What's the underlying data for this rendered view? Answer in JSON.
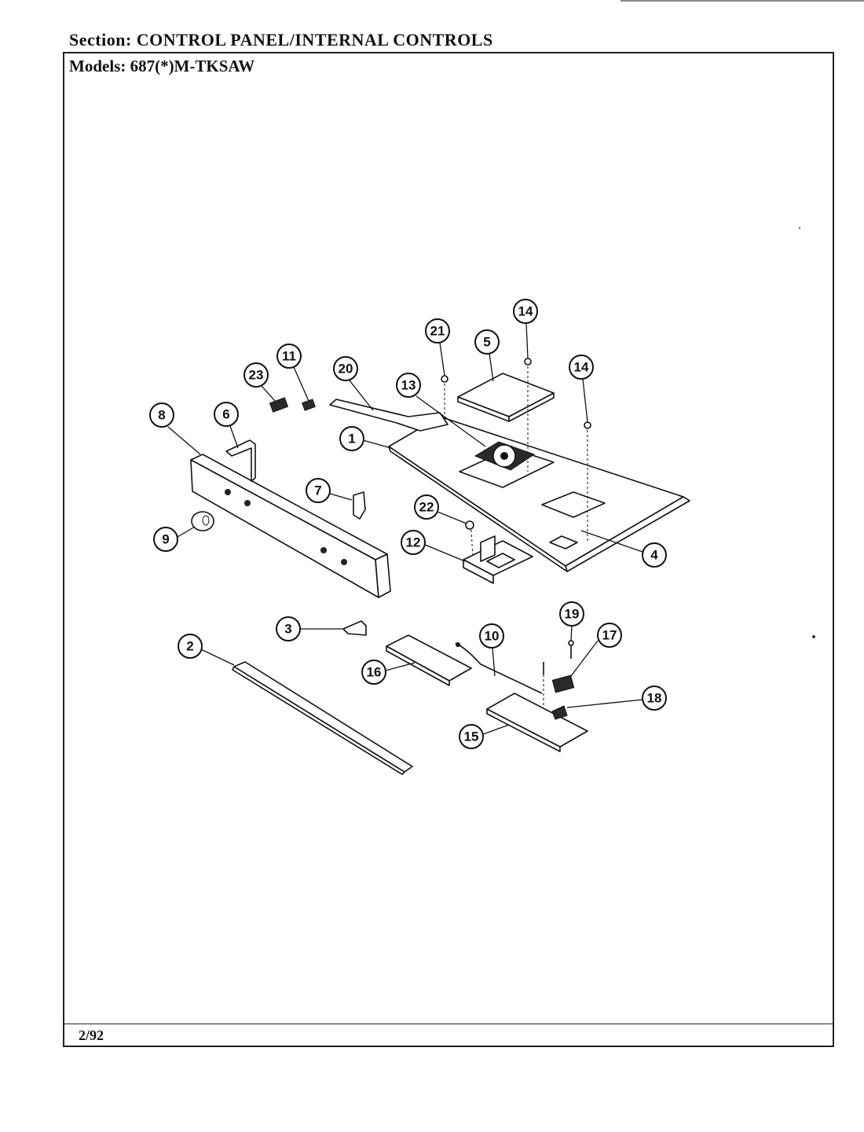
{
  "header": {
    "section": "Section:  CONTROL PANEL/INTERNAL CONTROLS",
    "models": "Models:  687(*)M-TKSAW"
  },
  "footer": {
    "date": "2/92"
  },
  "callouts": [
    "1",
    "2",
    "3",
    "4",
    "5",
    "6",
    "7",
    "8",
    "9",
    "10",
    "11",
    "12",
    "13",
    "14",
    "14",
    "15",
    "16",
    "17",
    "18",
    "19",
    "20",
    "21",
    "22",
    "23"
  ]
}
